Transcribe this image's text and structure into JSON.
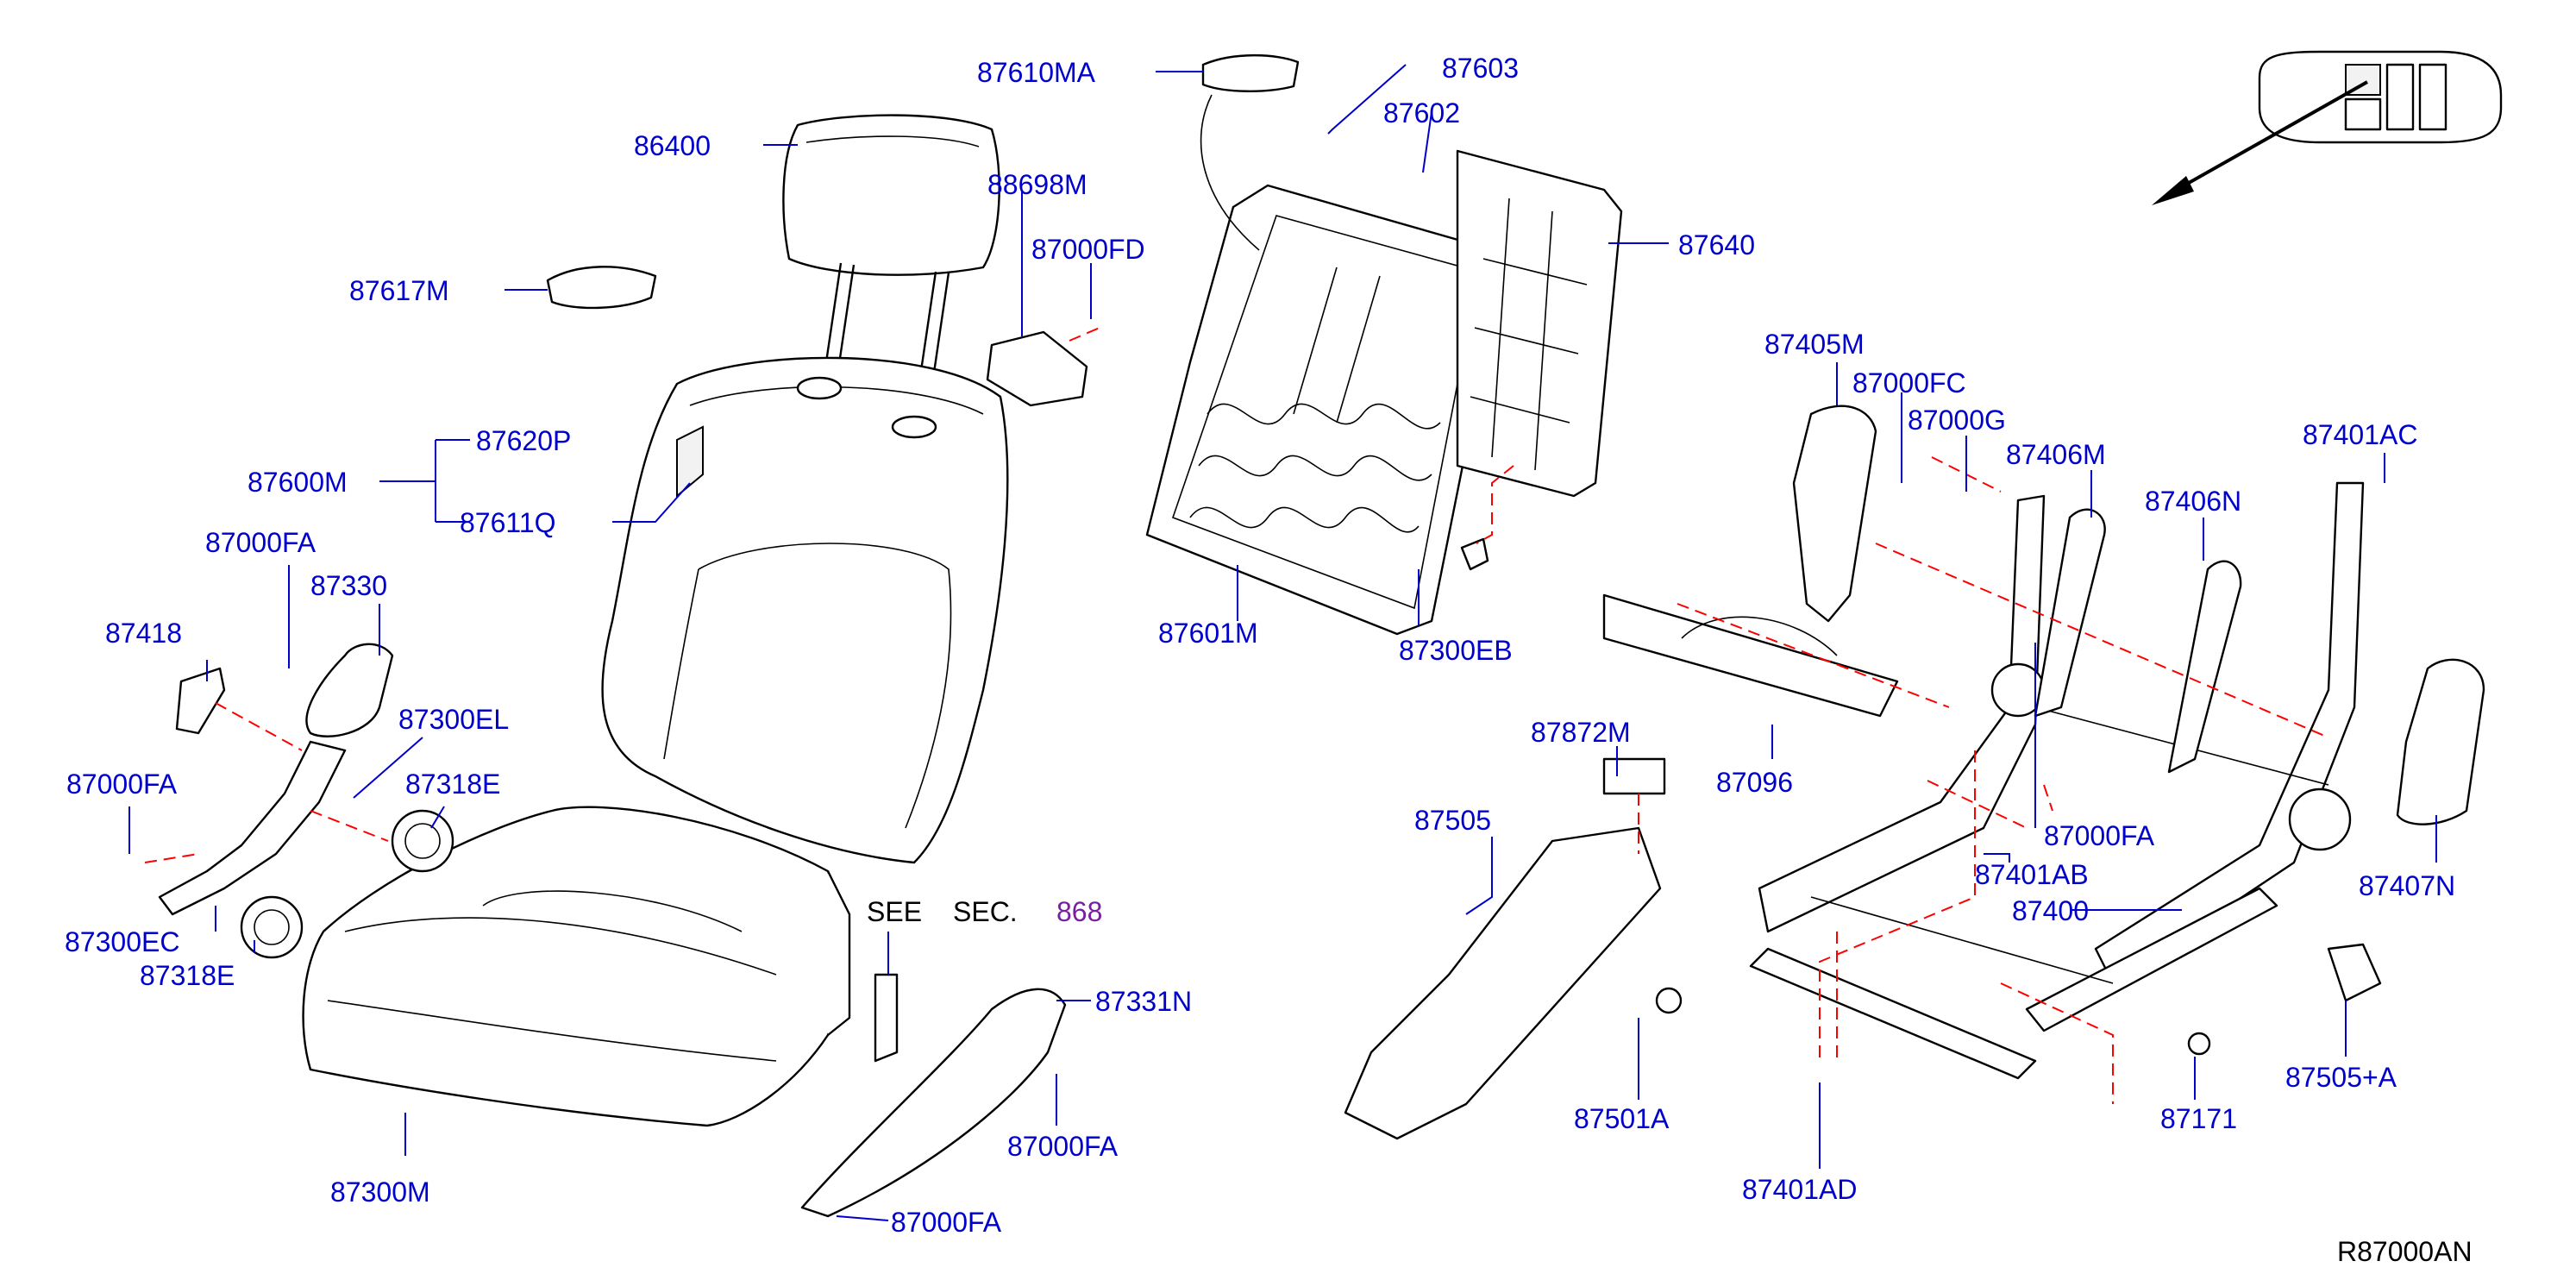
{
  "diagram_ref": "R87000AN",
  "see_sec": {
    "prefix": "SEE",
    "sec": "SEC.",
    "number": "868"
  },
  "labels": {
    "p87610MA": "87610MA",
    "p87603": "87603",
    "p87602": "87602",
    "p86400": "86400",
    "p88698M": "88698M",
    "p87000FD": "87000FD",
    "p87640": "87640",
    "p87617M": "87617M",
    "p87620P": "87620P",
    "p87600M": "87600M",
    "p87611Q": "87611Q",
    "p87000FA_a": "87000FA",
    "p87330": "87330",
    "p87418": "87418",
    "p87300EL": "87300EL",
    "p87318E_a": "87318E",
    "p87000FA_b": "87000FA",
    "p87300EC": "87300EC",
    "p87318E_b": "87318E",
    "p87601M": "87601M",
    "p87300EB": "87300EB",
    "p87405M": "87405M",
    "p87000FC": "87000FC",
    "p87000G": "87000G",
    "p87406M": "87406M",
    "p87406N": "87406N",
    "p87401AC": "87401AC",
    "p87872M": "87872M",
    "p87096": "87096",
    "p87505": "87505",
    "p87000FA_c": "87000FA",
    "p87401AB": "87401AB",
    "p87400": "87400",
    "p87407N": "87407N",
    "p87331N": "87331N",
    "p87000FA_d": "87000FA",
    "p87000FA_e": "87000FA",
    "p87300M": "87300M",
    "p87501A": "87501A",
    "p87401AD": "87401AD",
    "p87171": "87171",
    "p87505A": "87505+A"
  }
}
